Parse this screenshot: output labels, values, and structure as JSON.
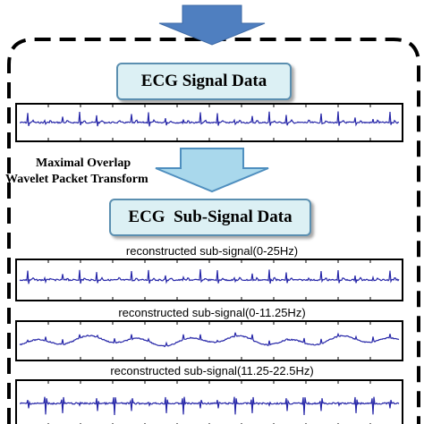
{
  "diagram": {
    "input_box_label": "ECG Signal Data",
    "transform_label_line1": "Maximal Overlap",
    "transform_label_line2": "Wavelet Packet Transform",
    "output_box_label": "ECG  Sub-Signal Data",
    "subsignal_captions": [
      "reconstructed sub-signal(0-25Hz)",
      "reconstructed sub-signal(0-11.25Hz)",
      "reconstructed sub-signal(11.25-22.5Hz)"
    ]
  },
  "colors": {
    "arrow_top": "#4f7fc0",
    "arrow_mid": "#a9d8ec",
    "signal": "#2626a8",
    "box_fill": "#dcf0f4",
    "dashed_border": "#000000"
  }
}
